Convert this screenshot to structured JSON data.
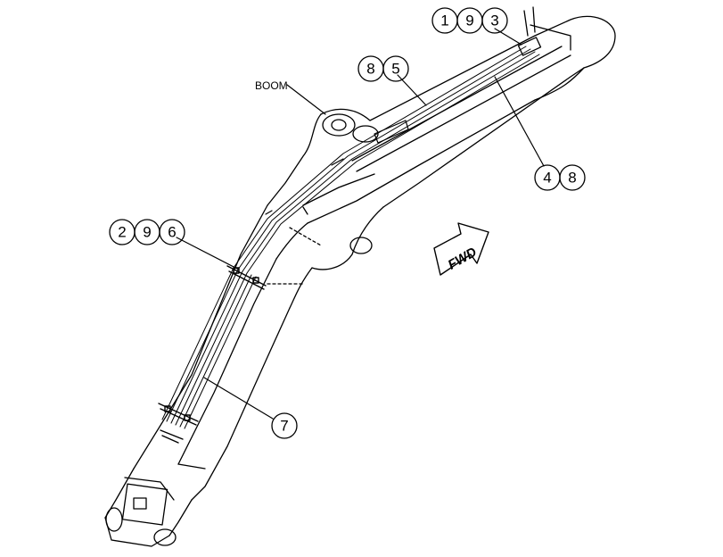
{
  "label": {
    "boom": "BOOM"
  },
  "direction": "FWD",
  "callouts": {
    "c193": [
      "1",
      "9",
      "3"
    ],
    "c85": [
      "8",
      "5"
    ],
    "c48": [
      "4",
      "8"
    ],
    "c296": [
      "2",
      "9",
      "6"
    ],
    "c7": [
      "7"
    ]
  }
}
